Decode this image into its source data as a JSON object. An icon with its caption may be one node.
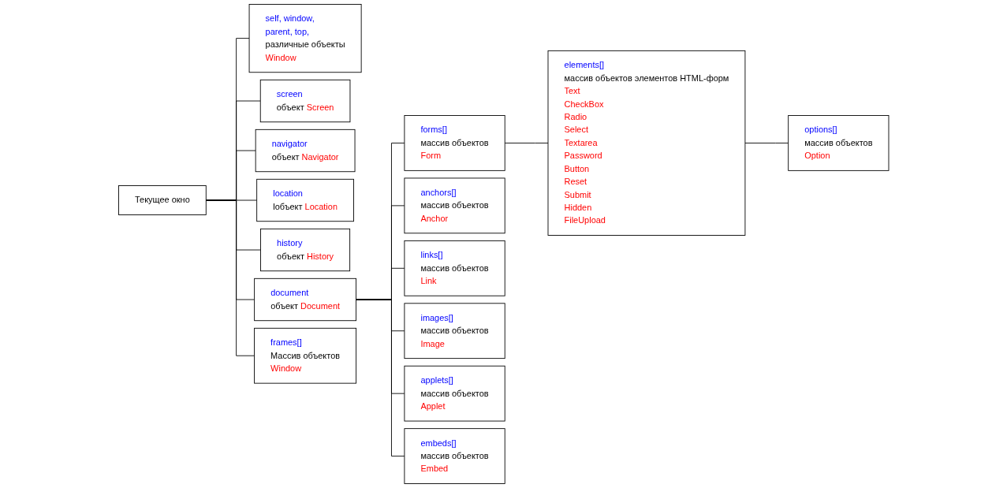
{
  "diagram": {
    "nodes": [
      {
        "text": [
          "Текущее окно"
        ]
      },
      {
        "text": [
          "self, window,",
          "parent, top,",
          "различные объекты",
          "Window"
        ]
      },
      {
        "text": [
          "screen",
          "объект Screen"
        ]
      },
      {
        "text": [
          "navigator",
          "объект Navigator"
        ]
      },
      {
        "text": [
          "location",
          "lобъект Location"
        ]
      },
      {
        "text": [
          "history",
          "объект History"
        ]
      },
      {
        "text": [
          "document",
          "объект Document"
        ]
      },
      {
        "text": [
          "frames[]",
          "Массив объектов",
          "Window"
        ]
      },
      {
        "text": [
          "forms[]",
          "массив объектов",
          "Form"
        ]
      },
      {
        "text": [
          "anchors[]",
          "массив объектов",
          "Anchor"
        ]
      },
      {
        "text": [
          "links[]",
          "массив объектов",
          "Link"
        ]
      },
      {
        "text": [
          "images[]",
          "массив объектов",
          "Image"
        ]
      },
      {
        "text": [
          "applets[]",
          "массив объектов",
          "Applet"
        ]
      },
      {
        "text": [
          "embeds[]",
          "массив объектов",
          "Embed"
        ]
      },
      {
        "text": [
          "elements[]",
          "массив объектов элементов HTML-форм",
          "Text",
          "CheckBox",
          "Radio",
          "Select",
          "Textarea",
          "Password",
          "Button",
          "Reset",
          "Submit",
          "Hidden",
          "FileUpload"
        ]
      },
      {
        "text": [
          "options[]",
          "массив объектов",
          "Option"
        ]
      }
    ],
    "edges": [
      {
        "from": 0,
        "to": 1,
        "arrow": "none"
      },
      {
        "from": 0,
        "to": 2,
        "arrow": "none"
      },
      {
        "from": 0,
        "to": 3,
        "arrow": "none"
      },
      {
        "from": 0,
        "to": 4,
        "arrow": "none"
      },
      {
        "from": 0,
        "to": 5,
        "arrow": "none"
      },
      {
        "from": 0,
        "to": 6,
        "arrow": "none"
      },
      {
        "from": 0,
        "to": 7,
        "arrow": "none"
      },
      {
        "from": 6,
        "to": 8,
        "arrow": "none"
      },
      {
        "from": 6,
        "to": 9,
        "arrow": "none"
      },
      {
        "from": 6,
        "to": 10,
        "arrow": "none"
      },
      {
        "from": 6,
        "to": 11,
        "arrow": "none"
      },
      {
        "from": 6,
        "to": 12,
        "arrow": "none"
      },
      {
        "from": 6,
        "to": 13,
        "arrow": "none"
      },
      {
        "from": 8,
        "to": 14,
        "arrow": "none"
      },
      {
        "from": 14,
        "to": 15,
        "arrow": "none"
      }
    ]
  }
}
